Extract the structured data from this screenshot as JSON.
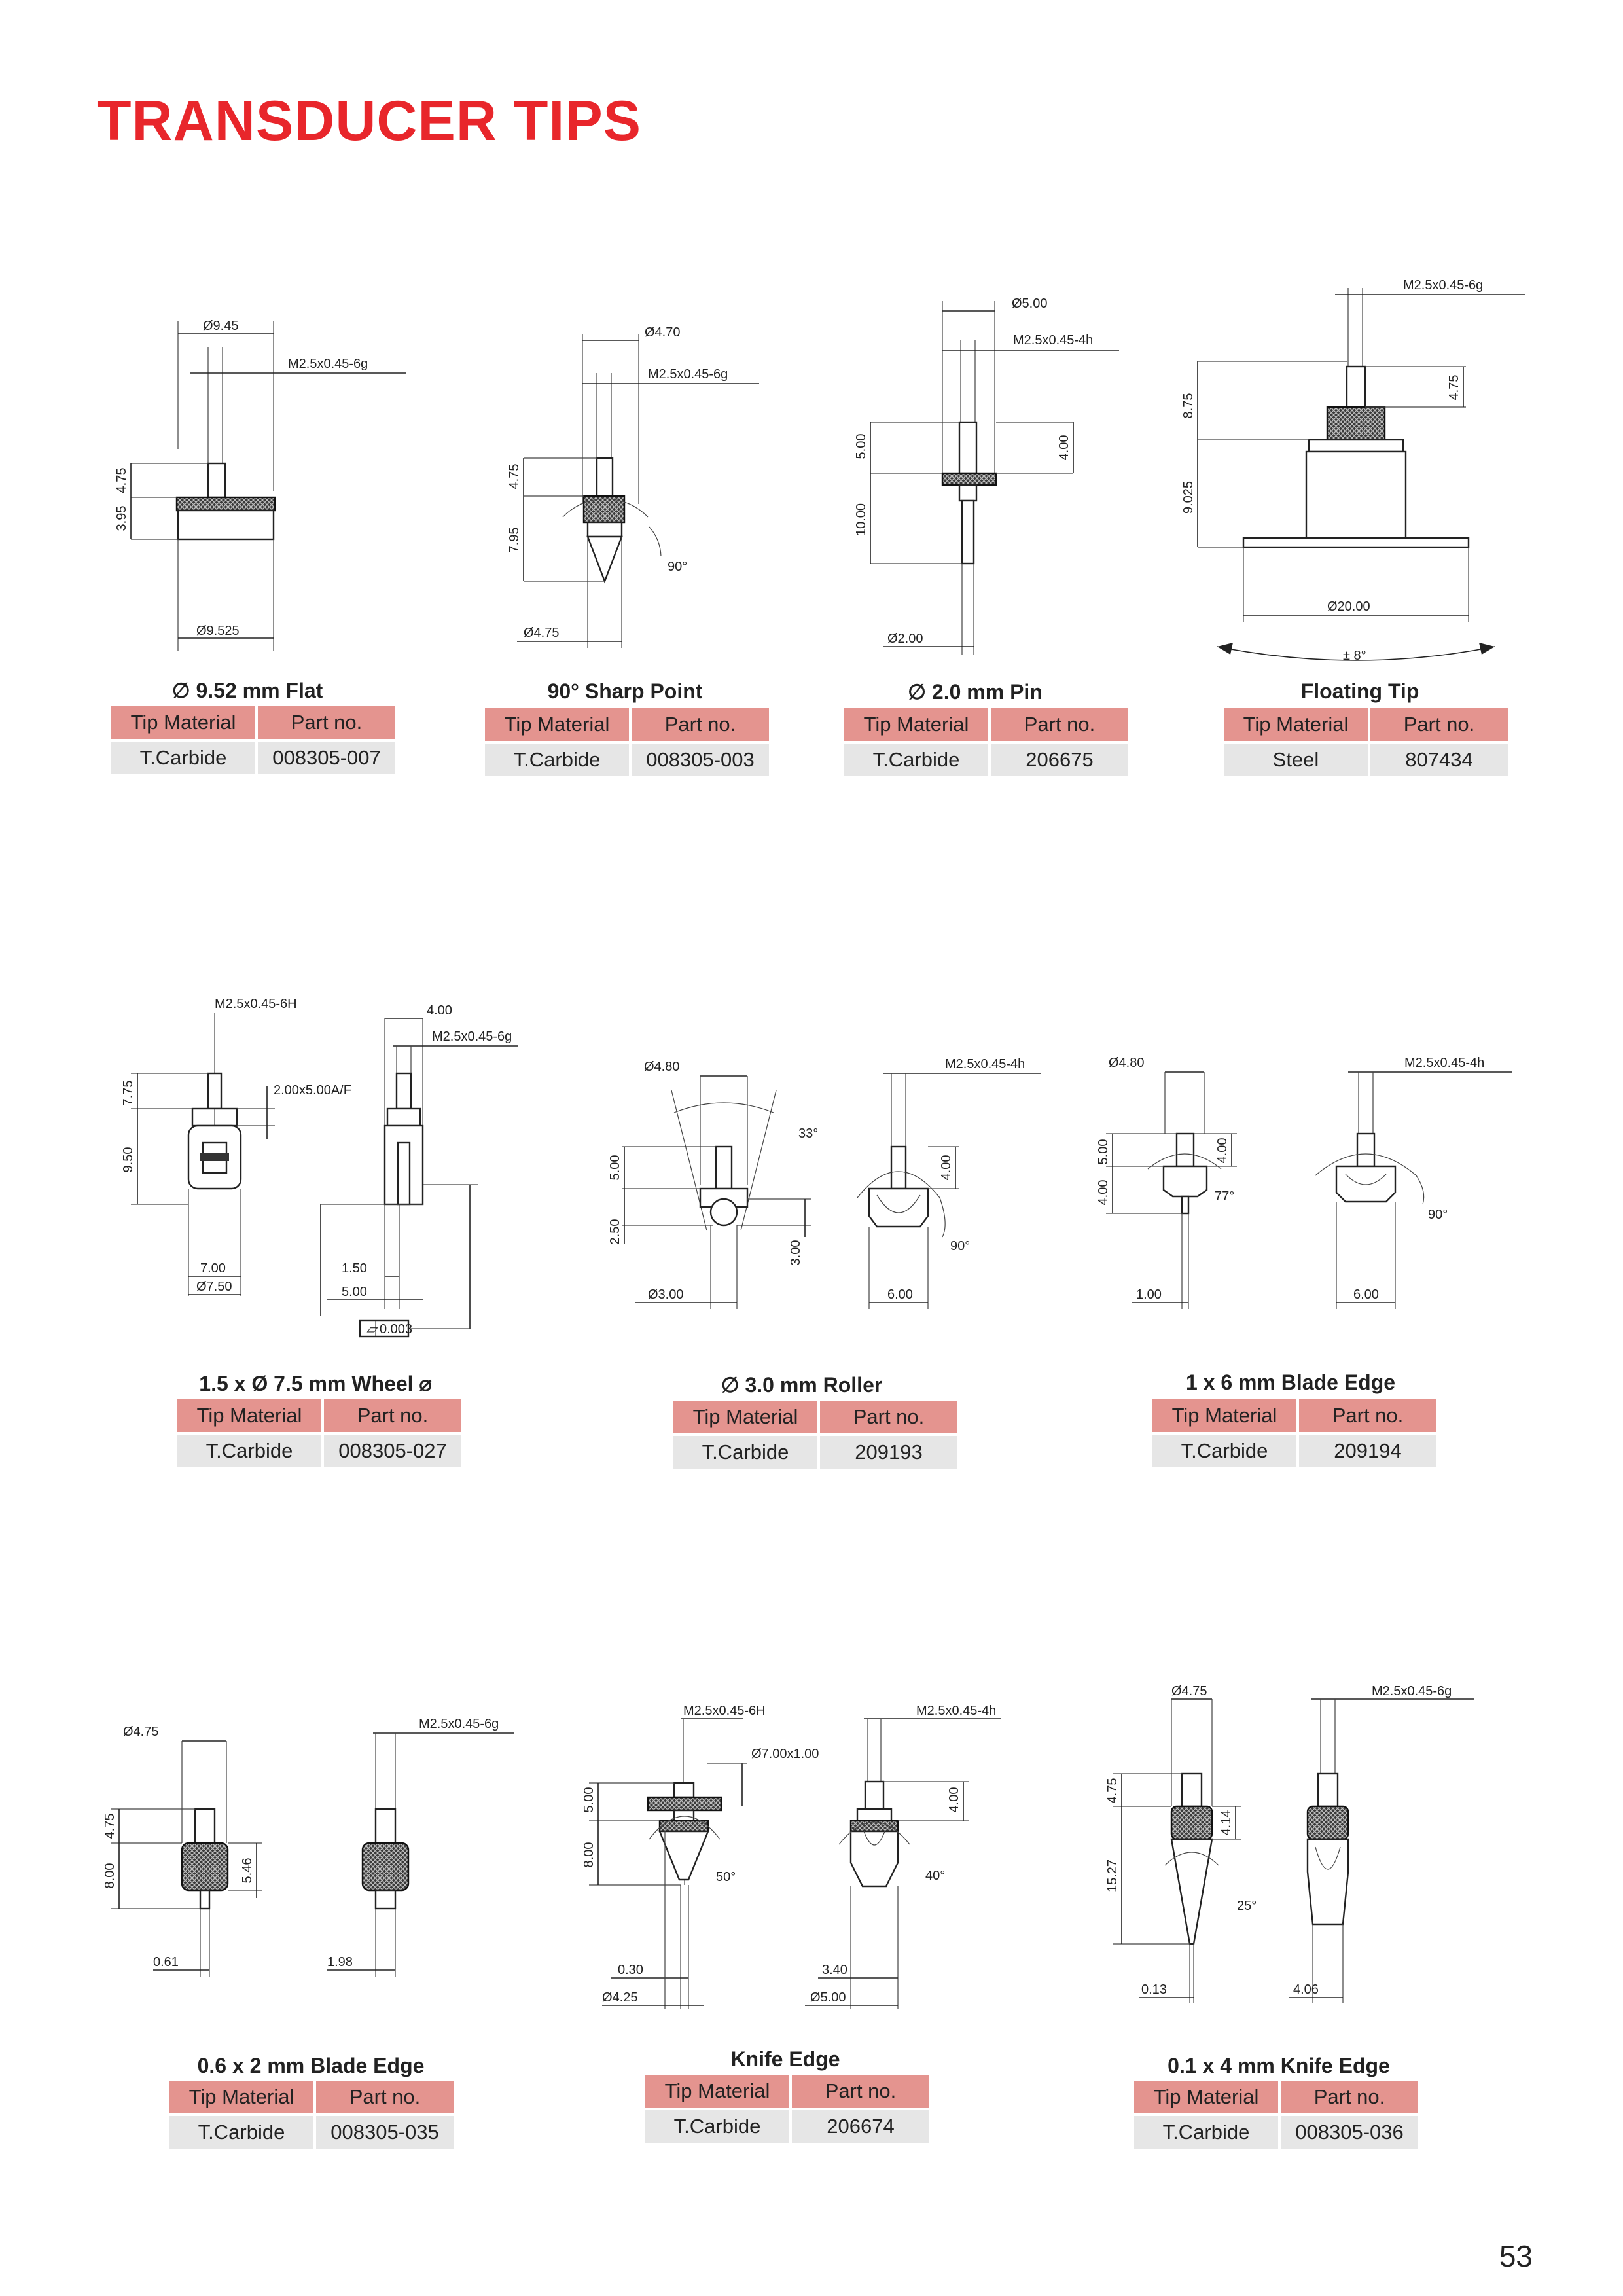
{
  "page": {
    "title": "TRANSDUCER TIPS",
    "number": "53"
  },
  "table_headers": {
    "material": "Tip Material",
    "part": "Part no."
  },
  "products": [
    {
      "name": "∅ 9.52 mm Flat",
      "material": "T.Carbide",
      "part_no": "008305-007",
      "dims": {
        "d1": "Ø9.45",
        "thread": "M2.5x0.45-6g",
        "h1": "4.75",
        "h2": "3.95",
        "d2": "Ø9.525"
      }
    },
    {
      "name": "90° Sharp Point",
      "material": "T.Carbide",
      "part_no": "008305-003",
      "dims": {
        "d1": "Ø4.70",
        "thread": "M2.5x0.45-6g",
        "h1": "4.75",
        "h2": "7.95",
        "angle": "90°",
        "d2": "Ø4.75"
      }
    },
    {
      "name": "∅ 2.0 mm Pin",
      "material": "T.Carbide",
      "part_no": "206675",
      "dims": {
        "d1": "Ø5.00",
        "thread": "M2.5x0.45-4h",
        "h1": "5.00",
        "h2": "10.00",
        "h3": "4.00",
        "d2": "Ø2.00"
      }
    },
    {
      "name": "Floating Tip",
      "material": "Steel",
      "part_no": "807434",
      "dims": {
        "thread": "M2.5x0.45-6g",
        "h1": "4.75",
        "h2": "8.75",
        "h3": "9.025",
        "d2": "Ø20.00",
        "angle": "± 8°"
      }
    },
    {
      "name": "1.5 x Ø 7.5 mm Wheel ⌀",
      "material": "T.Carbide",
      "part_no": "008305-027",
      "dims": {
        "thread": "M2.5x0.45-6H",
        "hex": "2.00x5.00A/F",
        "h1": "7.75",
        "h2": "9.50",
        "w1": "7.00",
        "d2": "Ø7.50",
        "w2": "4.00",
        "thread2": "M2.5x0.45-6g",
        "w3": "1.50",
        "w4": "5.00",
        "tol": "0.003"
      }
    },
    {
      "name": "∅ 3.0 mm Roller",
      "material": "T.Carbide",
      "part_no": "209193",
      "dims": {
        "d1": "Ø4.80",
        "angle": "33°",
        "h1": "5.00",
        "h2": "2.50",
        "h3": "3.00",
        "d2": "Ø3.00",
        "thread": "M2.5x0.45-4h",
        "h4": "4.00",
        "angle2": "90°",
        "w1": "6.00"
      }
    },
    {
      "name": "1 x 6 mm Blade Edge",
      "material": "T.Carbide",
      "part_no": "209194",
      "dims": {
        "d1": "Ø4.80",
        "h1": "5.00",
        "h2": "4.00",
        "h3": "4.00",
        "angle": "77°",
        "w1": "1.00",
        "thread": "M2.5x0.45-4h",
        "angle2": "90°",
        "w2": "6.00"
      }
    },
    {
      "name": "0.6 x 2 mm Blade Edge",
      "material": "T.Carbide",
      "part_no": "008305-035",
      "dims": {
        "d1": "Ø4.75",
        "h1": "4.75",
        "h2": "8.00",
        "h3": "5.46",
        "w1": "0.61",
        "thread": "M2.5x0.45-6g",
        "w2": "1.98"
      }
    },
    {
      "name": "Knife Edge",
      "material": "T.Carbide",
      "part_no": "206674",
      "dims": {
        "thread": "M2.5x0.45-6H",
        "d1": "Ø7.00x1.00",
        "h1": "5.00",
        "h2": "8.00",
        "angle": "50°",
        "w1": "0.30",
        "d2": "Ø4.25",
        "thread2": "M2.5x0.45-4h",
        "h3": "4.00",
        "angle2": "40°",
        "w2": "3.40",
        "d3": "Ø5.00"
      }
    },
    {
      "name": "0.1 x 4 mm Knife Edge",
      "material": "T.Carbide",
      "part_no": "008305-036",
      "dims": {
        "d1": "Ø4.75",
        "h1": "4.75",
        "h2": "15.27",
        "h3": "4.14",
        "angle": "25°",
        "w1": "0.13",
        "thread": "M2.5x0.45-6g",
        "w2": "4.06"
      }
    }
  ]
}
